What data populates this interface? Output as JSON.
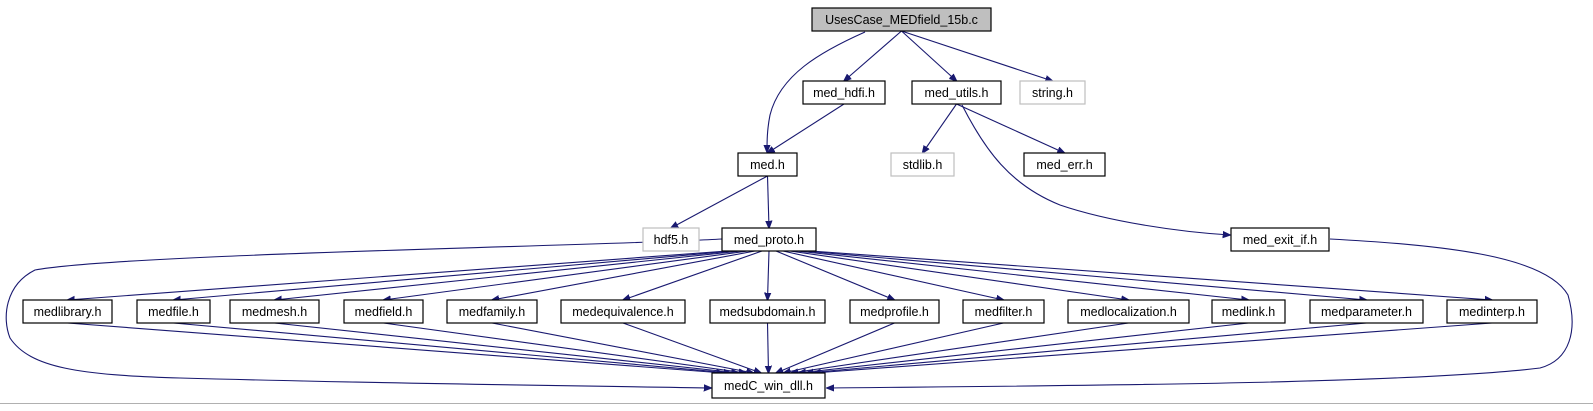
{
  "colors": {
    "edge": "#191970",
    "root_fill": "#bfbfbf",
    "node_fill": "#ffffff",
    "node_border": "#000000",
    "external_border": "#bfbfbf",
    "text": "#000000"
  },
  "diagram": {
    "nodes": [
      {
        "id": "root",
        "label": "UsesCase_MEDfield_15b.c",
        "kind": "root"
      },
      {
        "id": "med_hdfi",
        "label": "med_hdfi.h",
        "kind": "header"
      },
      {
        "id": "med_utils",
        "label": "med_utils.h",
        "kind": "header"
      },
      {
        "id": "string",
        "label": "string.h",
        "kind": "external"
      },
      {
        "id": "med",
        "label": "med.h",
        "kind": "header"
      },
      {
        "id": "stdlib",
        "label": "stdlib.h",
        "kind": "external"
      },
      {
        "id": "med_err",
        "label": "med_err.h",
        "kind": "header"
      },
      {
        "id": "hdf5",
        "label": "hdf5.h",
        "kind": "external"
      },
      {
        "id": "med_proto",
        "label": "med_proto.h",
        "kind": "header"
      },
      {
        "id": "med_exit_if",
        "label": "med_exit_if.h",
        "kind": "header"
      },
      {
        "id": "medlibrary",
        "label": "medlibrary.h",
        "kind": "header"
      },
      {
        "id": "medfile",
        "label": "medfile.h",
        "kind": "header"
      },
      {
        "id": "medmesh",
        "label": "medmesh.h",
        "kind": "header"
      },
      {
        "id": "medfield",
        "label": "medfield.h",
        "kind": "header"
      },
      {
        "id": "medfamily",
        "label": "medfamily.h",
        "kind": "header"
      },
      {
        "id": "medequivalence",
        "label": "medequivalence.h",
        "kind": "header"
      },
      {
        "id": "medsubdomain",
        "label": "medsubdomain.h",
        "kind": "header"
      },
      {
        "id": "medprofile",
        "label": "medprofile.h",
        "kind": "header"
      },
      {
        "id": "medfilter",
        "label": "medfilter.h",
        "kind": "header"
      },
      {
        "id": "medlocalization",
        "label": "medlocalization.h",
        "kind": "header"
      },
      {
        "id": "medlink",
        "label": "medlink.h",
        "kind": "header"
      },
      {
        "id": "medparameter",
        "label": "medparameter.h",
        "kind": "header"
      },
      {
        "id": "medinterp",
        "label": "medinterp.h",
        "kind": "header"
      },
      {
        "id": "medC_win_dll",
        "label": "medC_win_dll.h",
        "kind": "header"
      }
    ],
    "edges": [
      {
        "from": "root",
        "to": "med"
      },
      {
        "from": "root",
        "to": "med_hdfi"
      },
      {
        "from": "root",
        "to": "med_utils"
      },
      {
        "from": "root",
        "to": "string"
      },
      {
        "from": "med_hdfi",
        "to": "med"
      },
      {
        "from": "med_utils",
        "to": "stdlib"
      },
      {
        "from": "med_utils",
        "to": "med_err"
      },
      {
        "from": "med_utils",
        "to": "med_exit_if"
      },
      {
        "from": "med",
        "to": "hdf5"
      },
      {
        "from": "med",
        "to": "med_proto"
      },
      {
        "from": "med_exit_if",
        "to": "medC_win_dll"
      },
      {
        "from": "med_proto",
        "to": "medC_win_dll"
      },
      {
        "from": "med_proto",
        "to": "medlibrary"
      },
      {
        "from": "med_proto",
        "to": "medfile"
      },
      {
        "from": "med_proto",
        "to": "medmesh"
      },
      {
        "from": "med_proto",
        "to": "medfield"
      },
      {
        "from": "med_proto",
        "to": "medfamily"
      },
      {
        "from": "med_proto",
        "to": "medequivalence"
      },
      {
        "from": "med_proto",
        "to": "medsubdomain"
      },
      {
        "from": "med_proto",
        "to": "medprofile"
      },
      {
        "from": "med_proto",
        "to": "medfilter"
      },
      {
        "from": "med_proto",
        "to": "medlocalization"
      },
      {
        "from": "med_proto",
        "to": "medlink"
      },
      {
        "from": "med_proto",
        "to": "medparameter"
      },
      {
        "from": "med_proto",
        "to": "medinterp"
      },
      {
        "from": "medlibrary",
        "to": "medC_win_dll"
      },
      {
        "from": "medfile",
        "to": "medC_win_dll"
      },
      {
        "from": "medmesh",
        "to": "medC_win_dll"
      },
      {
        "from": "medfield",
        "to": "medC_win_dll"
      },
      {
        "from": "medfamily",
        "to": "medC_win_dll"
      },
      {
        "from": "medequivalence",
        "to": "medC_win_dll"
      },
      {
        "from": "medsubdomain",
        "to": "medC_win_dll"
      },
      {
        "from": "medprofile",
        "to": "medC_win_dll"
      },
      {
        "from": "medfilter",
        "to": "medC_win_dll"
      },
      {
        "from": "medlocalization",
        "to": "medC_win_dll"
      },
      {
        "from": "medlink",
        "to": "medC_win_dll"
      },
      {
        "from": "medparameter",
        "to": "medC_win_dll"
      },
      {
        "from": "medinterp",
        "to": "medC_win_dll"
      }
    ]
  }
}
